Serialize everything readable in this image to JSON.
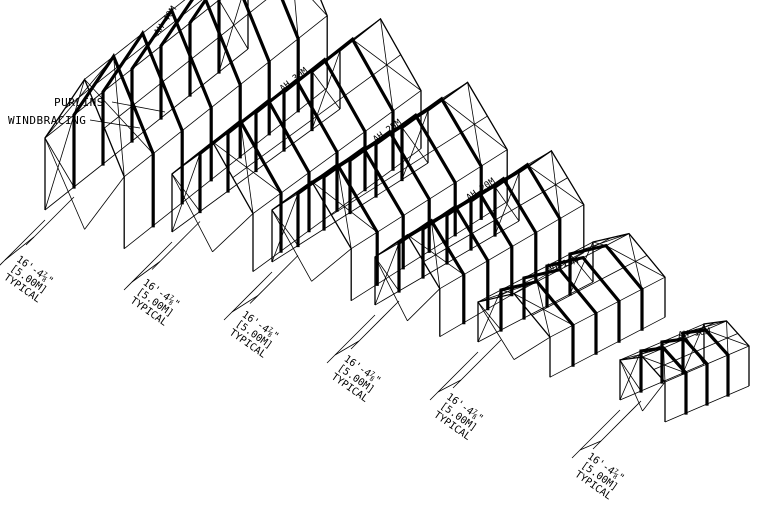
{
  "labels": {
    "purlins": "PURLINS",
    "windbracing": "WINDBRACING"
  },
  "tents": [
    {
      "tag": "AH 40M"
    },
    {
      "tag": "AH 30M"
    },
    {
      "tag": "AH 25M"
    },
    {
      "tag": "AH 20M"
    },
    {
      "tag": "AH 15M"
    },
    {
      "tag": "AH 10M"
    }
  ],
  "dimensions": [
    {
      "imperial": "16'-4⅞\"",
      "metric": "[5.00M]",
      "note": "TYPICAL"
    },
    {
      "imperial": "16'-4⅞\"",
      "metric": "[5.00M]",
      "note": "TYPICAL"
    },
    {
      "imperial": "16'-4⅞\"",
      "metric": "[5.00M]",
      "note": "TYPICAL"
    },
    {
      "imperial": "16'-4⅞\"",
      "metric": "[5.00M]",
      "note": "TYPICAL"
    },
    {
      "imperial": "16'-4⅞\"",
      "metric": "[5.00M]",
      "note": "TYPICAL"
    },
    {
      "imperial": "16'-4⅞\"",
      "metric": "[5.00M]",
      "note": "TYPICAL"
    }
  ]
}
